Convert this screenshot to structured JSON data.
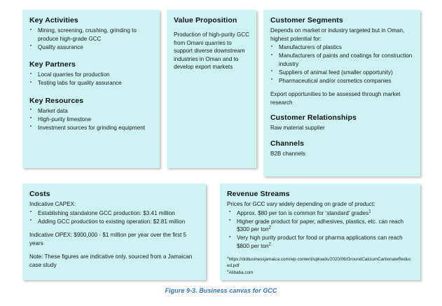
{
  "figure": {
    "caption": "Figure 9-3. Business canvas for GCC"
  },
  "canvas": {
    "key_activities": {
      "title": "Key Activities",
      "items": [
        "Mining, screening, crushing, grinding to produce high-grade GCC",
        "Quality assurance"
      ]
    },
    "key_partners": {
      "title": "Key Partners",
      "items": [
        "Local quarries for production",
        "Testing labs for quality assurance"
      ]
    },
    "key_resources": {
      "title": "Key Resources",
      "items": [
        "Market data",
        "High-purity limestone",
        "Investment sources for grinding equipment"
      ]
    },
    "value_proposition": {
      "title": "Value Proposition",
      "text": "Production of high-purity GCC from Omani quarries to support diverse downstream industries in Oman and to develop export markets"
    },
    "customer_segments": {
      "title": "Customer Segments",
      "intro": "Depends on market or industry targeted but in Oman, highest potential for:",
      "items": [
        "Manufacturers of plastics",
        "Manufacturers of paints and coatings for construction industry",
        "Suppliers of animal feed (smaller opportunity)",
        "Pharmaceutical and/or cosmetics companies"
      ],
      "note": "Export opportunities to be assessed through market research"
    },
    "customer_relationships": {
      "title": "Customer Relationships",
      "text": "Raw material supplier"
    },
    "channels": {
      "title": "Channels",
      "text": "B2B channels"
    },
    "costs": {
      "title": "Costs",
      "capex_label": "Indicative CAPEX:",
      "capex_items": [
        "Establishing standalone GCC production: $3.41 million",
        "Adding GCC production to existing operation: $2.81 million"
      ],
      "opex": "Indicative OPEX: $900,000  - $1 million per year over the first 5 years",
      "note": "Note: These figures are indicative only, sourced from a Jamaican case study"
    },
    "revenue_streams": {
      "title": "Revenue Streams",
      "intro": "Prices for GCC vary widely depending on grade of product:",
      "items": [
        {
          "text": "Approx. $80 per ton is common for ‘standard’ grades",
          "footnote": "1"
        },
        {
          "text": "Higher grade product for paper, adhesives, plastics, etc. can reach $300 per ton",
          "footnote": "2"
        },
        {
          "text": "Very high purity product for food or pharma applications can reach $800 per ton",
          "footnote": "2"
        }
      ],
      "footnotes": [
        {
          "marker": "1",
          "text": "https://dobusinessjamaica.com/wp-content/uploads/2020/06/GroundCalciumCarbonateReduced.pdf"
        },
        {
          "marker": "2",
          "text": "Alibaba.com"
        }
      ]
    }
  },
  "colors": {
    "box_fill": "#cdf4f3",
    "caption": "#2e74b5",
    "text": "#1a1a1a"
  }
}
